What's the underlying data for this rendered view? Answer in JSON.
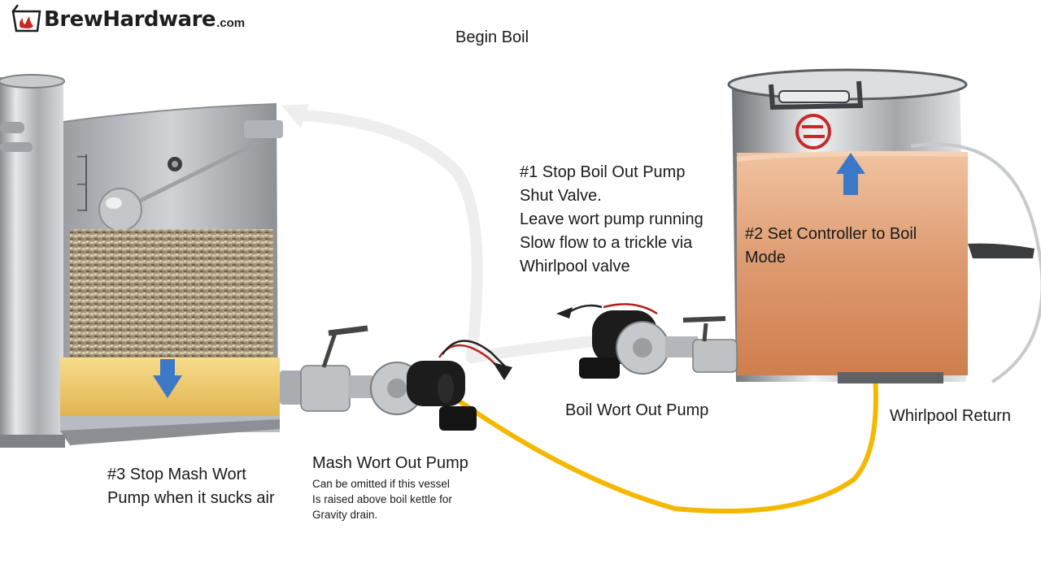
{
  "logo": {
    "brand": "BrewHardware",
    "suffix": ".com"
  },
  "title": "Begin Boil",
  "boil_pump_note": {
    "lines": [
      "#1 Stop Boil Out Pump",
      "Shut Valve.",
      "Leave wort pump running",
      "Slow flow to a trickle via",
      "Whirlpool valve"
    ]
  },
  "controller_note": {
    "lines": [
      "#2 Set Controller to Boil",
      "Mode"
    ]
  },
  "mash_stop_note": {
    "lines": [
      "#3 Stop Mash Wort",
      "Pump when it sucks air"
    ]
  },
  "mash_pump": {
    "label": "Mash Wort Out Pump",
    "note_lines": [
      "Can be omitted  if this vessel",
      "Is raised above boil kettle for",
      "Gravity drain."
    ]
  },
  "boil_pump_label": "Boil Wort Out Pump",
  "whirlpool_label": "Whirlpool Return",
  "colors": {
    "wort": "#f0c860",
    "boil_wort": "#d9895a",
    "hose_yellow": "#f5b800",
    "hose_clear": "#eeeeee",
    "arrow_blue": "#3c78c8",
    "steel": "#b8bcc0",
    "logo_red": "#c82828"
  }
}
